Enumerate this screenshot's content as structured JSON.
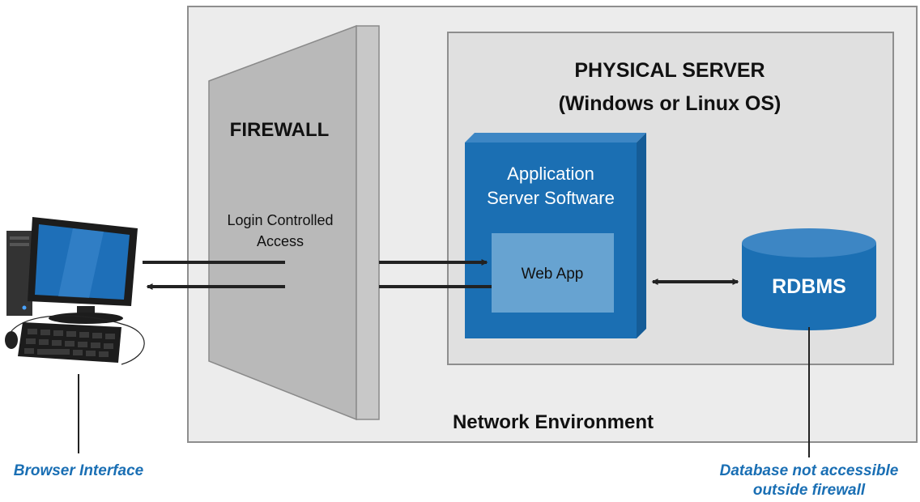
{
  "network": {
    "label": "Network Environment"
  },
  "firewall": {
    "title": "FIREWALL",
    "access_line1": "Login Controlled",
    "access_line2": "Access"
  },
  "server": {
    "title_line1": "PHYSICAL SERVER",
    "title_line2": "(Windows or Linux OS)"
  },
  "app_server": {
    "line1": "Application",
    "line2": "Server Software"
  },
  "web_app": {
    "label": "Web App"
  },
  "database": {
    "label": "RDBMS"
  },
  "captions": {
    "browser": "Browser Interface",
    "db_line1": "Database not accessible",
    "db_line2": "outside firewall"
  },
  "colors": {
    "network_bg": "#ececec",
    "server_bg": "#e0e0e0",
    "firewall": "#b9b9b9",
    "app_box": "#1b6fb3",
    "web_app_box": "#67a3d1",
    "db": "#1b6fb3",
    "caption": "#1a6fb4"
  }
}
